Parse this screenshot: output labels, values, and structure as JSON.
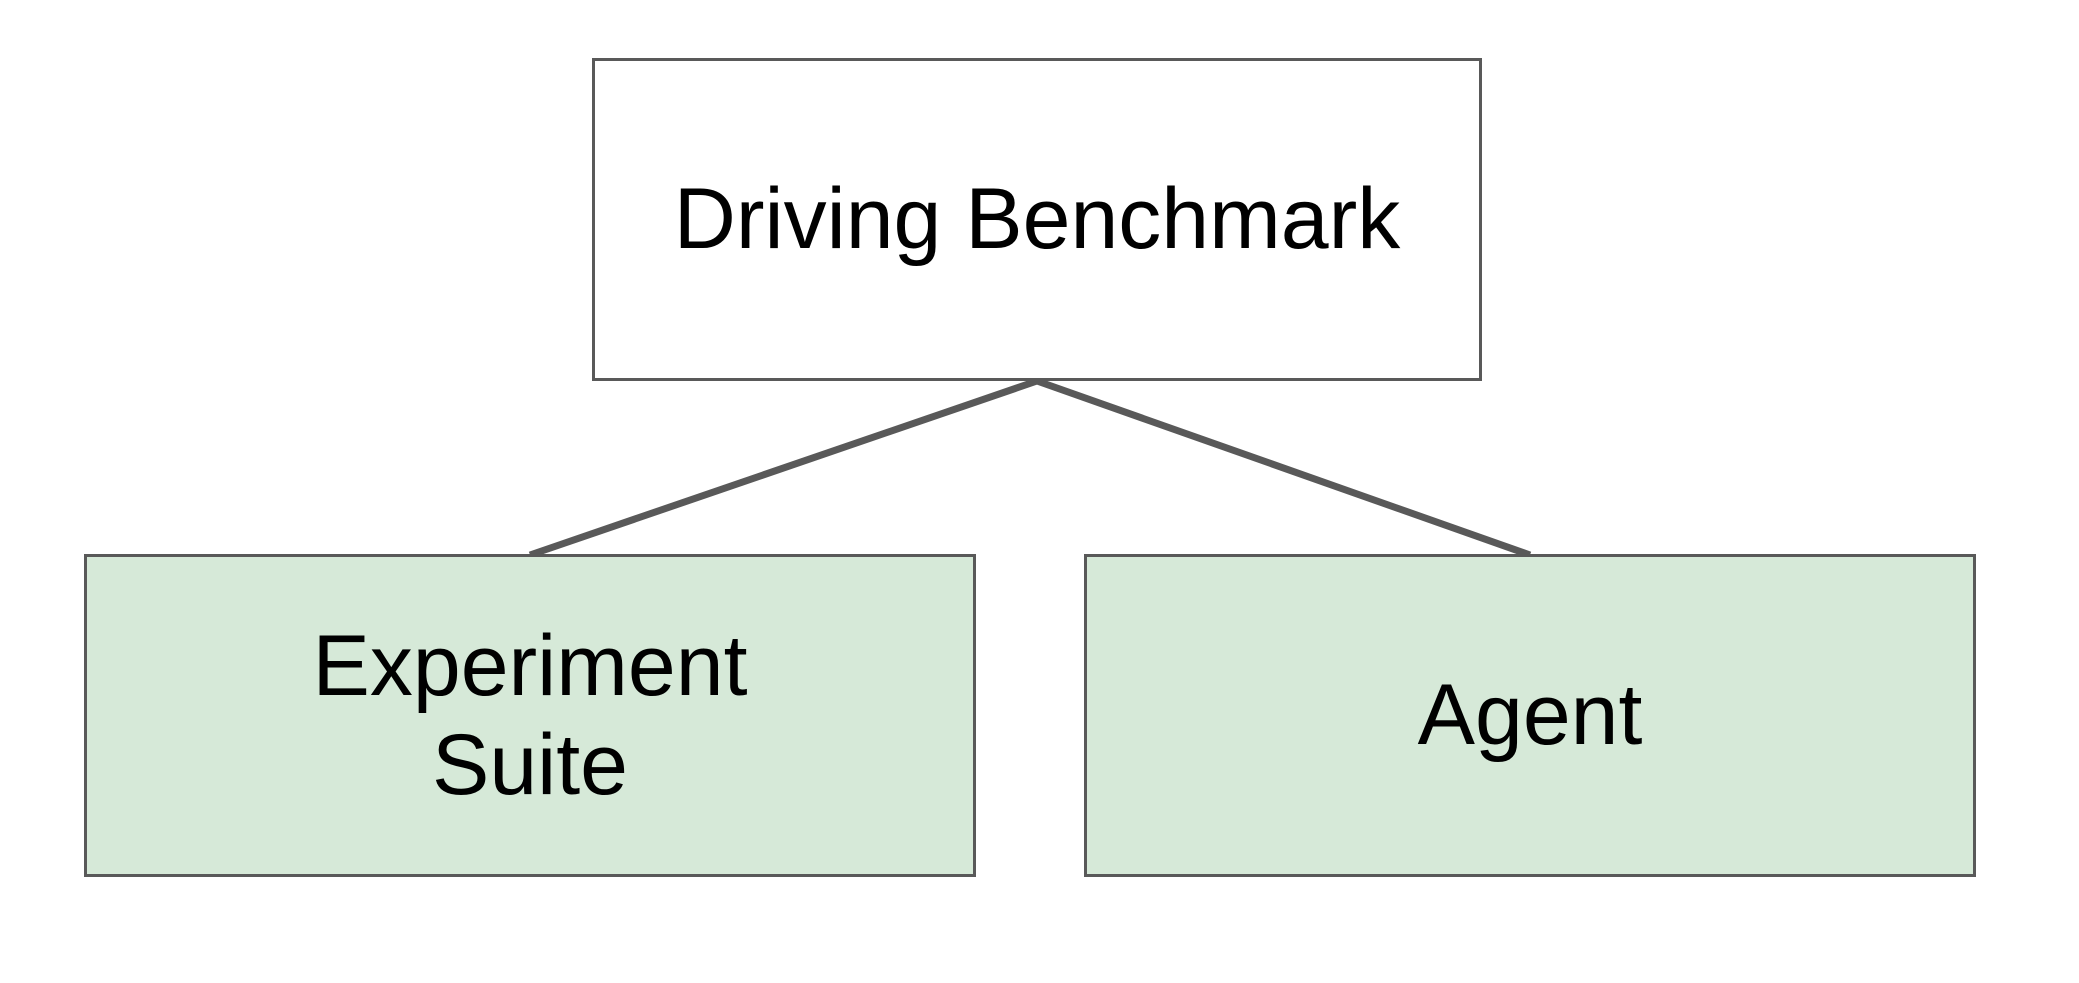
{
  "diagram": {
    "root": {
      "label": "Driving Benchmark",
      "fill": "#ffffff"
    },
    "children": [
      {
        "label": "Experiment\nSuite",
        "fill": "#d6e9d8"
      },
      {
        "label": "Agent",
        "fill": "#d6e9d8"
      }
    ],
    "colors": {
      "border": "#595959",
      "connector": "#595959",
      "text": "#000000"
    }
  }
}
